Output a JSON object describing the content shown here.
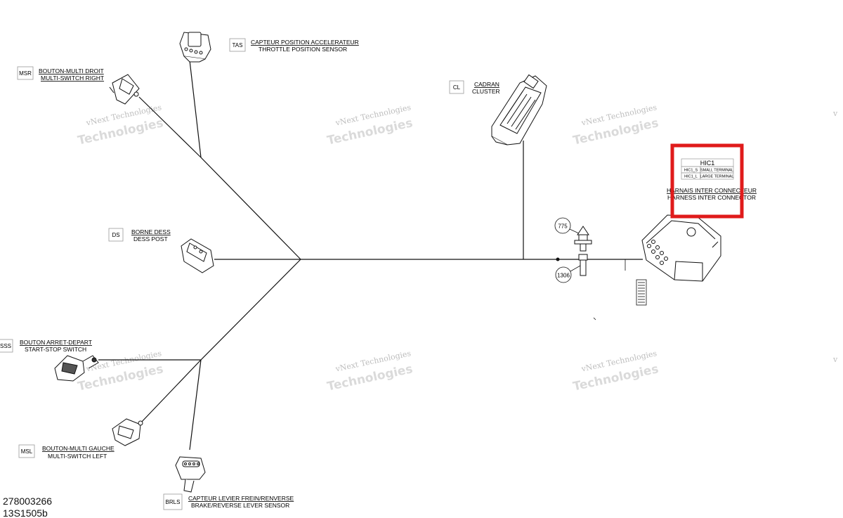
{
  "connectors": [
    {
      "code": "TAS",
      "fr": "CAPTEUR POSITION ACCELERATEUR",
      "en": "THROTTLE POSITION SENSOR"
    },
    {
      "code": "MSR",
      "fr": "BOUTON-MULTI DROIT",
      "en": "MULTI-SWITCH RIGHT"
    },
    {
      "code": "CL",
      "fr": "CADRAN",
      "en": "CLUSTER"
    },
    {
      "code": "DS",
      "fr": "BORNE DESS",
      "en": "DESS POST"
    },
    {
      "code": "SSS",
      "fr": "BOUTON ARRET-DEPART",
      "en": "START-STOP SWITCH"
    },
    {
      "code": "MSL",
      "fr": "BOUTON-MULTI GAUCHE",
      "en": "MULTI-SWITCH LEFT"
    },
    {
      "code": "BRLS",
      "fr": "CAPTEUR LEVIER FREIN/RENVERSE",
      "en": "BRAKE/REVERSE LEVER SENSOR"
    }
  ],
  "hic": {
    "title": "HIC1",
    "rows": [
      {
        "id": "HIC1_S",
        "desc": "SMALL TERMINAL"
      },
      {
        "id": "HIC1_L",
        "desc": "LARGE TERMINAL"
      }
    ],
    "fr": "HARNAIS INTER CONNECTEUR",
    "en": "HARNESS INTER CONNECTOR",
    "highlight_color": "#e01b1b"
  },
  "balloons": [
    "775",
    "1306"
  ],
  "watermark": {
    "line1": "vNext Technologies",
    "line2": "Technologies"
  },
  "part_number": "278003266",
  "drawing_number": "13S1505b"
}
